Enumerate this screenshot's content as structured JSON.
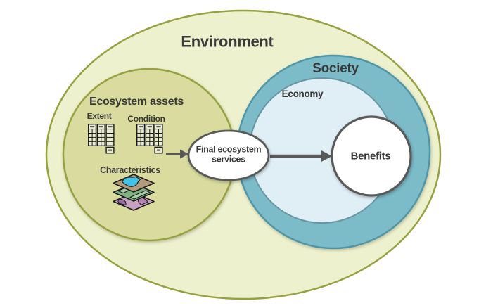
{
  "diagram": {
    "environment": {
      "label": "Environment"
    },
    "ecosystem_assets": {
      "label": "Ecosystem assets",
      "extent_label": "Extent",
      "condition_label": "Condition",
      "characteristics_label": "Characteristics"
    },
    "society": {
      "label": "Society"
    },
    "economy": {
      "label": "Economy"
    },
    "final_ecosystem_services": {
      "label": "Final ecosystem services"
    },
    "benefits": {
      "label": "Benefits"
    },
    "icons": {
      "extent": "account-table-icon",
      "condition": "account-table-icon",
      "characteristics": "map-layers-icon"
    },
    "colors": {
      "environment_fill": "#eef1cd",
      "environment_border": "#97a140",
      "ecosystem_assets_fill": "#d9dc9e",
      "society_fill": "#7cbcc9",
      "society_border": "#4e97a8",
      "economy_fill": "#e0eff6",
      "economy_border": "#6896a4",
      "node_fill": "#ffffff",
      "node_border": "#595959",
      "arrow": "#595959",
      "text": "#3a3a3a"
    }
  }
}
